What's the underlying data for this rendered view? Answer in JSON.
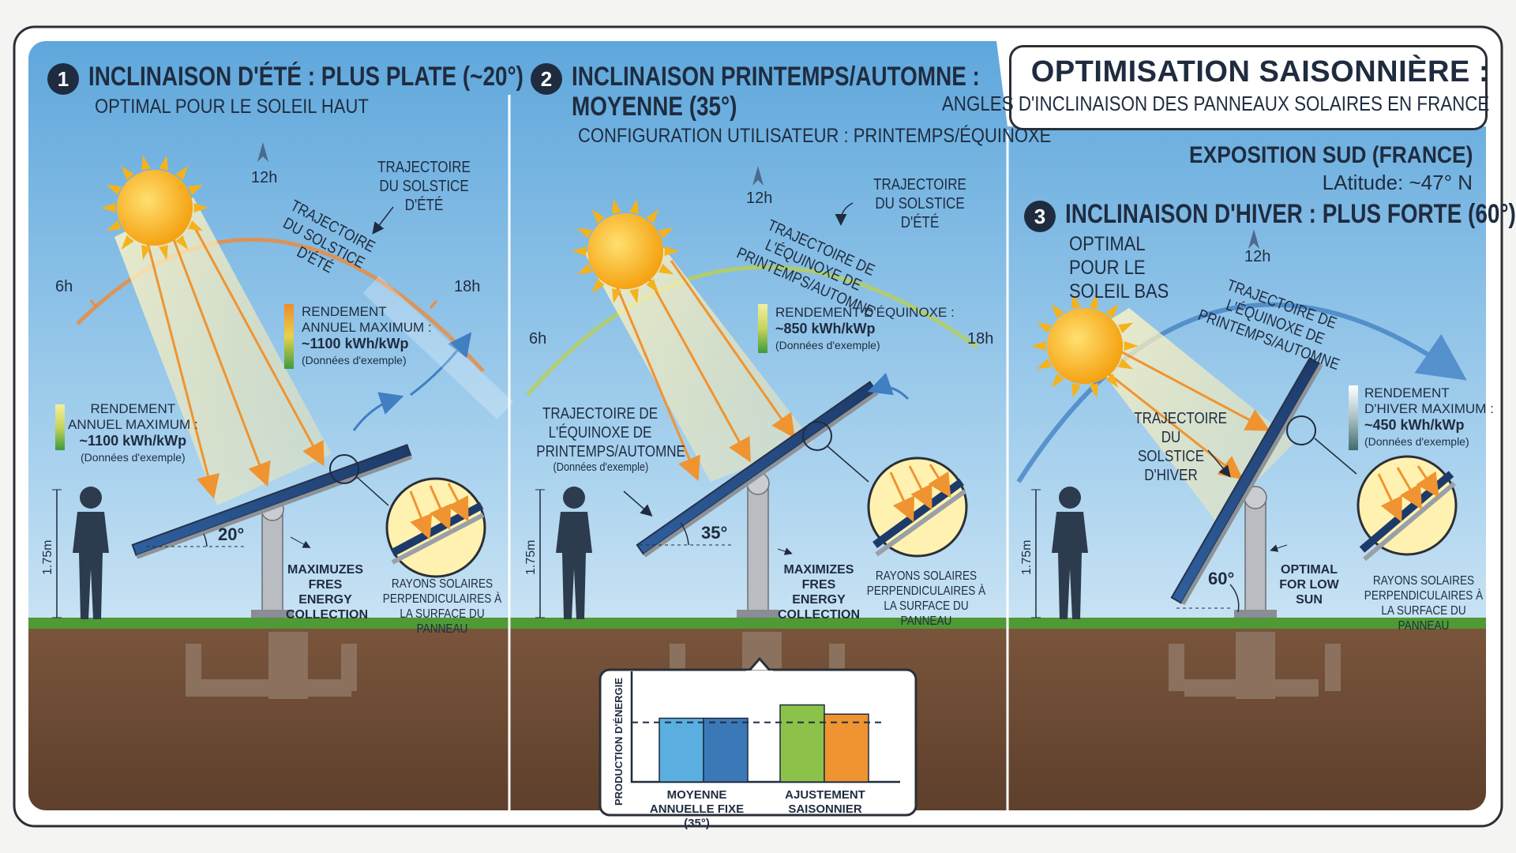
{
  "header": {
    "title": "OPTIMISATION SAISONNIÈRE :",
    "subtitle": "ANGLES D'INCLINAISON DES PANNEAUX SOLAIRES EN FRANCE"
  },
  "exposure": {
    "title": "EXPOSITION SUD (FRANCE)",
    "latitude": "LAtitude: ~47° N"
  },
  "panels": [
    {
      "number": "1",
      "title": "INCLINAISON D'ÉTÉ : PLUS PLATE (~20°)",
      "subtitle": "OPTIMAL POUR LE SOLEIL HAUT",
      "hours": [
        "6h",
        "12h",
        "18h"
      ],
      "arc_label": "TRAJECTOIRE DU SOLSTICE D'ÉTÉ",
      "arc_label_curved": "TRAJECTOIRE DU SOLSTICE D'ÉTÉ",
      "legend_right": {
        "l1": "RENDEMENT",
        "l2": "ANNUEL MAXIMUM :",
        "value": "~1100 kWh/kWp",
        "note": "(Données d'exemple)"
      },
      "legend_left": {
        "l1": "RENDEMENT",
        "l2": "ANNUEL MAXIMUM :",
        "value": "~1100 kWh/kWp",
        "note": "(Données d'exemple)"
      },
      "angle": "20°",
      "height": "1.75m",
      "tilt_deg": 20,
      "caption": "MAXIMUZES FRES ENERGY COLLECTION",
      "rays_label": "RAYONS SOLAIRES PERPENDICULAIRES À LA SURFACE DU PANNEAU"
    },
    {
      "number": "2",
      "title": "INCLINAISON PRINTEMPS/AUTOMNE :",
      "title2": "MOYENNE (35°)",
      "subtitle": "CONFIGURATION UTILISATEUR : PRINTEMPS/ÉQUINOXE",
      "hours": [
        "6h",
        "12h",
        "18h"
      ],
      "arc_label": "TRAJECTOIRE DU SOLSTICE D'ÉTÉ",
      "arc_label_curved": "TRAJECTOIRE DE L'ÉQUINOXE DE PRINTEMPS/AUTOMNE",
      "side_label": "TRAJECTOIRE DE L'ÉQUINOXE DE PRINTEMPS/AUTOMNE",
      "side_note": "(Données d'exemple)",
      "legend_right": {
        "l1": "RENDEMENT D'ÉQUINOXE :",
        "value": "~850 kWh/kWp",
        "note": "(Données d'exemple)"
      },
      "angle": "35°",
      "height": "1.75m",
      "tilt_deg": 35,
      "caption": "MAXIMIZES FRES ENERGY COLLECTION",
      "rays_label": "RAYONS SOLAIRES PERPENDICULAIRES À LA SURFACE DU PANNEAU"
    },
    {
      "number": "3",
      "title": "INCLINAISON D'HIVER : PLUS FORTE (60°)",
      "subtitle": "OPTIMAL POUR LE SOLEIL BAS",
      "hours": [
        "12h"
      ],
      "arc_label_curved": "TRAJECTOIRE DE L'ÉQUINOXE DE PRINTEMPS/AUTOMNE",
      "side_label": "TRAJECTOIRE DU SOLSTICE D'HIVER",
      "legend_right": {
        "l1": "RENDEMENT",
        "l2": "D'HIVER MAXIMUM :",
        "value": "~450 kWh/kWp",
        "note": "(Données d'exemple)"
      },
      "angle": "60°",
      "height": "1.75m",
      "tilt_deg": 60,
      "caption": "OPTIMAL FOR LOW SUN",
      "rays_label": "RAYONS SOLAIRES PERPENDICULAIRES À LA SURFACE DU PANNEAU"
    }
  ],
  "chart_data": {
    "type": "bar",
    "title": "",
    "ylabel": "PRODUCTION D'ÉNERGIE",
    "categories": [
      "MOYENNE ANNUELLE FIXE (35°)",
      "AJUSTEMENT SAISONNIER"
    ],
    "series": [],
    "values": [
      0.62,
      0.62,
      0.75,
      0.66
    ],
    "bar_groups": [
      0,
      0,
      1,
      1
    ],
    "colors": [
      "#5aaee0",
      "#3b78b8",
      "#8cc24a",
      "#ef9431"
    ],
    "reference_line": 0.58,
    "ylim": [
      0,
      1
    ]
  },
  "colors": {
    "sky_top": "#6fb2e0",
    "sky_bottom": "#e8f3f8",
    "ground": "#6b4a34",
    "grass": "#4f9a34",
    "navy": "#1f2c3f",
    "summer_arc": "#ee8a3a",
    "equinox_arc": "#9cc24a",
    "winter_arc": "#3f7fc2"
  }
}
